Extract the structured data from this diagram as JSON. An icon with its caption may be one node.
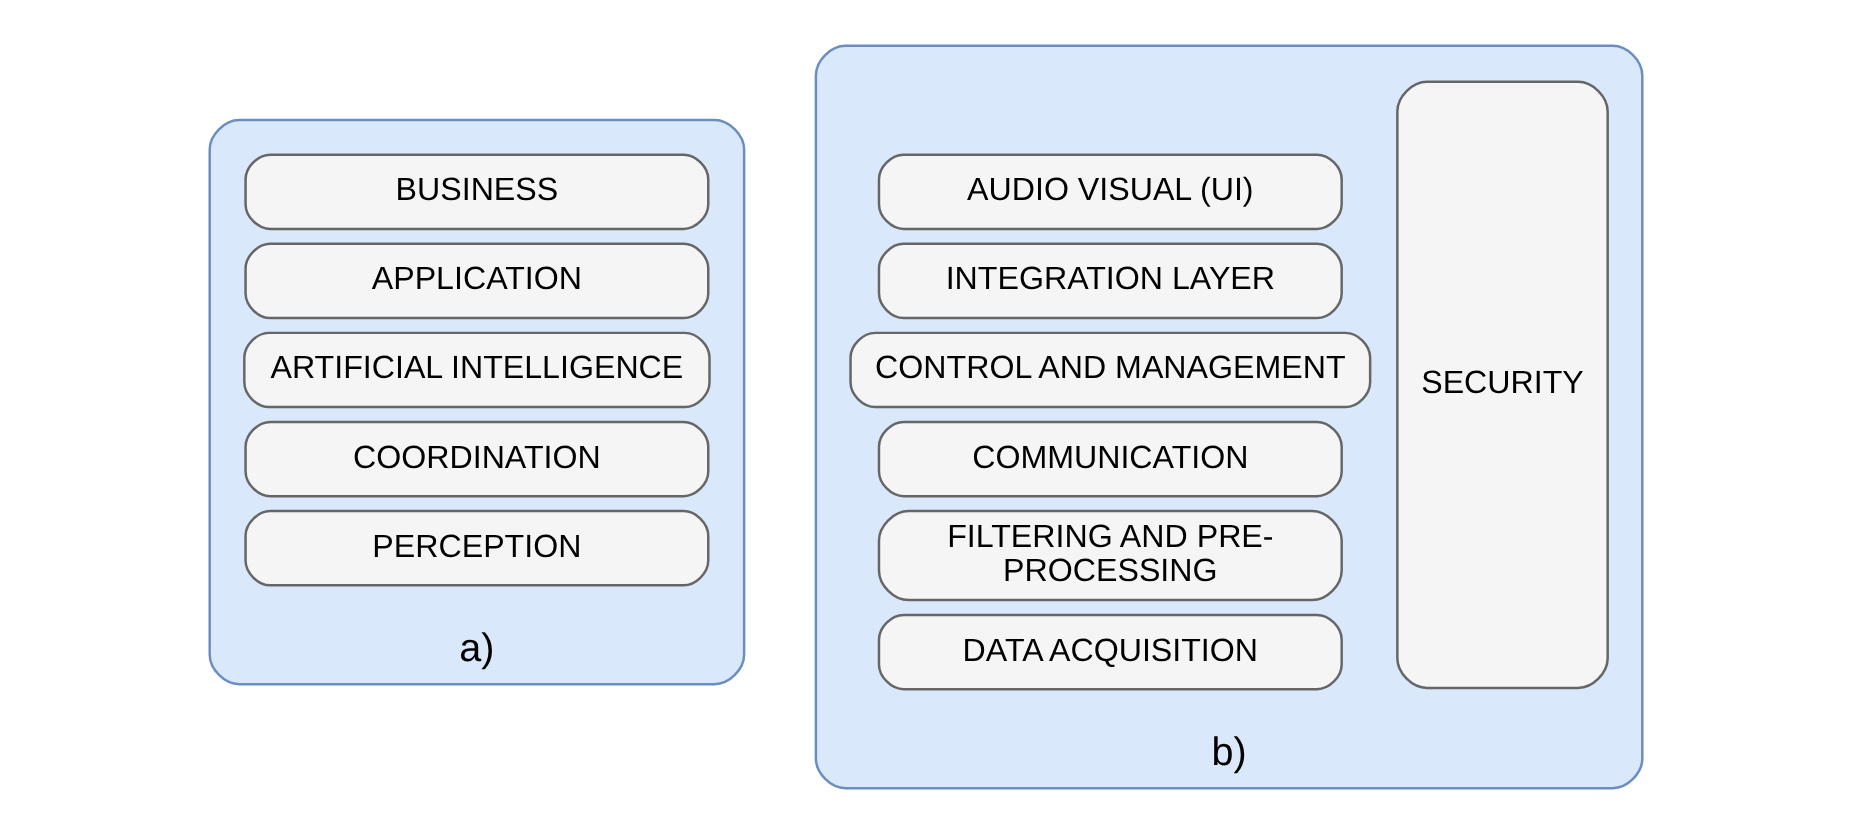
{
  "diagram": {
    "nodes": [
      {
        "text": [],
        "shape": "box",
        "beside": [
          "a)"
        ]
      },
      {
        "text": [
          "BUSINESS"
        ],
        "in": 0
      },
      {
        "text": [
          "APPLICATION"
        ],
        "in": 0
      },
      {
        "text": [
          "ARTIFICIAL INTELLIGENCE"
        ],
        "in": 0
      },
      {
        "text": [
          "COORDINATION"
        ],
        "in": 0
      },
      {
        "text": [
          "PERCEPTION"
        ],
        "in": 0
      },
      {
        "text": [],
        "shape": "box",
        "beside": [
          "b)"
        ]
      },
      {
        "text": [
          "AUDIO VISUAL (UI)"
        ],
        "in": 6
      },
      {
        "text": [
          "INTEGRATION LAYER"
        ],
        "in": 6
      },
      {
        "text": [
          "CONTROL AND MANAGEMENT"
        ],
        "in": 6
      },
      {
        "text": [
          "COMMUNICATION"
        ],
        "in": 6
      },
      {
        "text": [
          "FILTERING AND PRE-PROCESSING"
        ],
        "in": 6
      },
      {
        "text": [
          "DATA ACQUISITION"
        ],
        "in": 6
      },
      {
        "text": [
          "SECURITY"
        ],
        "in": 6
      }
    ],
    "edges": []
  }
}
